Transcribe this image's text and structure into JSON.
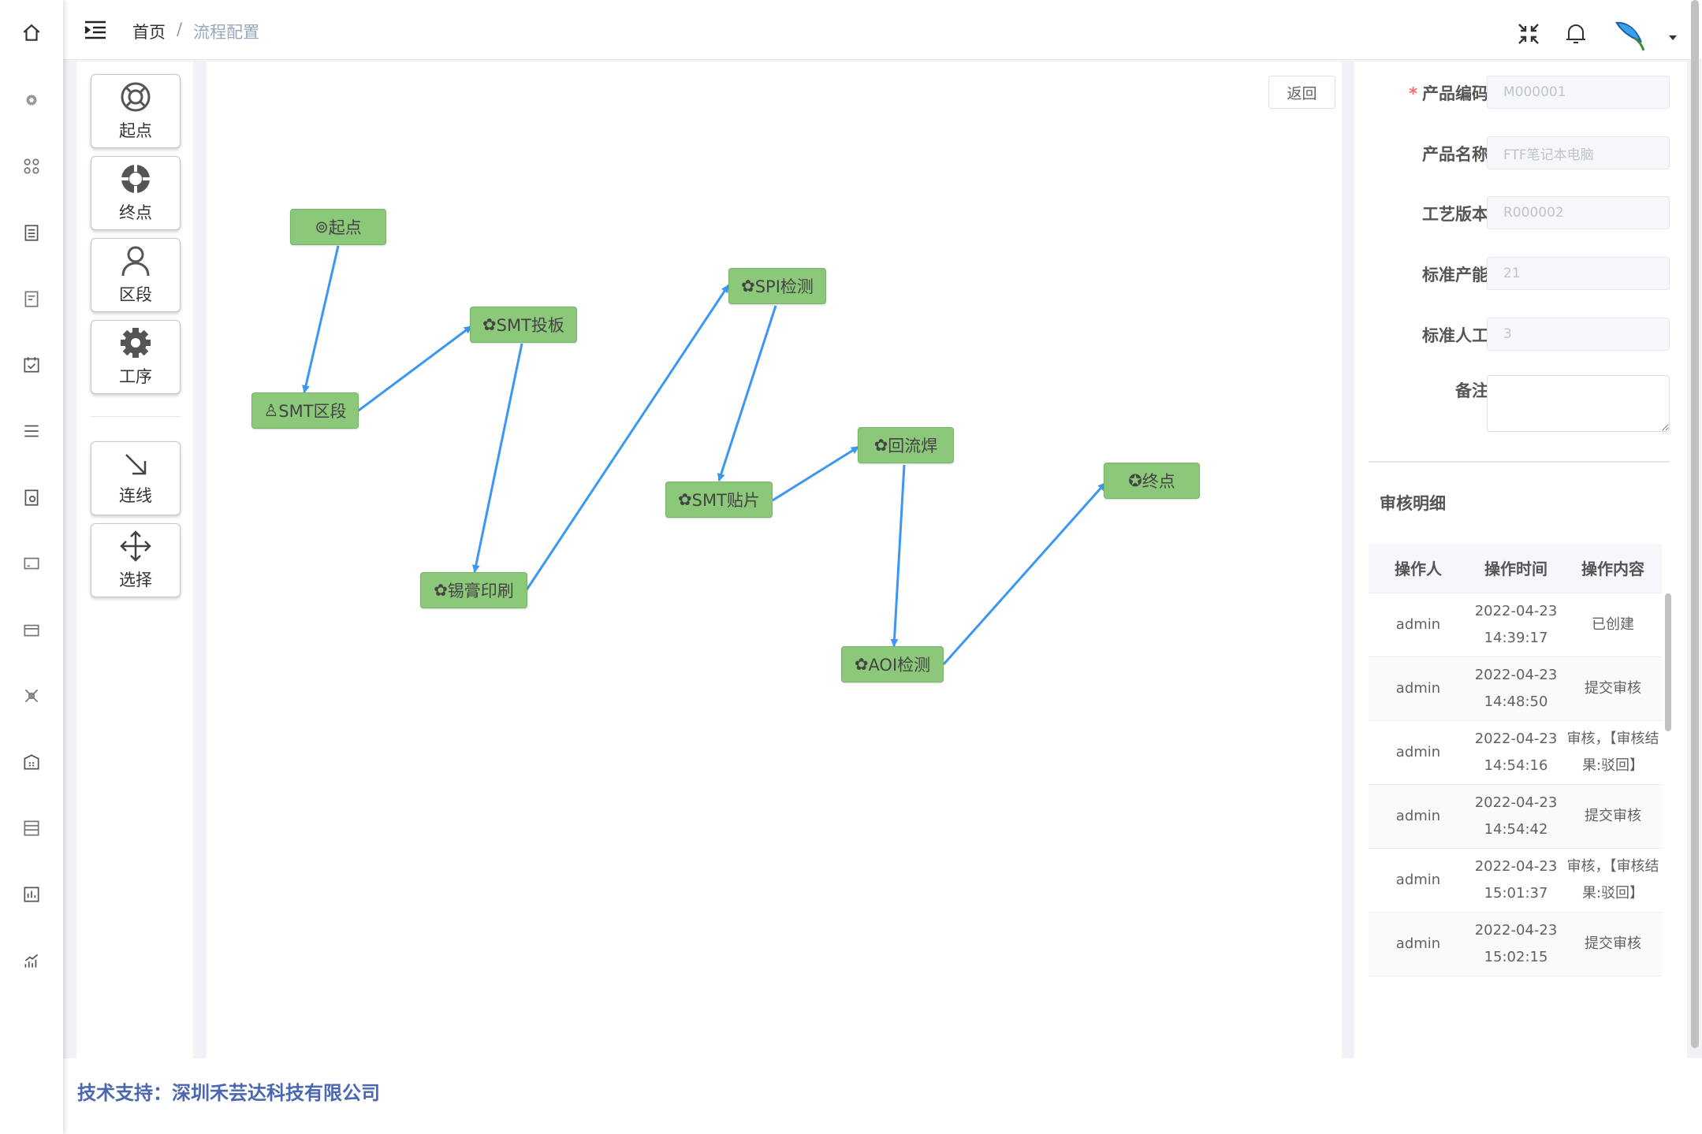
{
  "breadcrumb": {
    "home": "首页",
    "separator": "/",
    "current": "流程配置"
  },
  "topbar": {
    "icons": [
      "collapse-fullscreen-icon",
      "bell-icon",
      "user-avatar"
    ],
    "dropdown": "caret-down-icon"
  },
  "rail": {
    "icons": [
      "home-icon",
      "gear-icon",
      "apps-icon",
      "clipboard-icon",
      "report-icon",
      "calendar-check-icon",
      "list-icon",
      "settings-doc-icon",
      "image-icon",
      "package-icon",
      "tools-icon",
      "building-icon",
      "table-icon",
      "bar-chart-icon",
      "trend-chart-icon"
    ]
  },
  "tools": {
    "start": "起点",
    "end": "终点",
    "section": "区段",
    "process": "工序",
    "connect": "连线",
    "select": "选择"
  },
  "canvas": {
    "back_label": "返回",
    "nodes": {
      "start": "起点",
      "smt_section": "SMT区段",
      "smt_load": "SMT投板",
      "solder_print": "锡膏印刷",
      "spi": "SPI检测",
      "smt_mount": "SMT贴片",
      "reflow": "回流焊",
      "aoi": "AOI检测",
      "end": "终点"
    },
    "colors": {
      "node_fill": "#8cc87a",
      "edge": "#3b97f3"
    }
  },
  "form": {
    "product_code": {
      "label": "产品编码",
      "value": "M000001",
      "required_mark": "*"
    },
    "product_name": {
      "label": "产品名称",
      "value": "FTF笔记本电脑"
    },
    "process_version": {
      "label": "工艺版本",
      "value": "R000002"
    },
    "standard_capacity": {
      "label": "标准产能",
      "value": "21"
    },
    "standard_labor": {
      "label": "标准人工",
      "value": "3"
    },
    "remark": {
      "label": "备注",
      "value": ""
    }
  },
  "audit": {
    "title": "审核明细",
    "columns": [
      "操作人",
      "操作时间",
      "操作内容"
    ],
    "rows": [
      {
        "operator": "admin",
        "date": "2022-04-23",
        "time": "14:39:17",
        "content": "已创建"
      },
      {
        "operator": "admin",
        "date": "2022-04-23",
        "time": "14:48:50",
        "content": "提交审核"
      },
      {
        "operator": "admin",
        "date": "2022-04-23",
        "time": "14:54:16",
        "content": "审核，【审核结果:驳回】"
      },
      {
        "operator": "admin",
        "date": "2022-04-23",
        "time": "14:54:42",
        "content": "提交审核"
      },
      {
        "operator": "admin",
        "date": "2022-04-23",
        "time": "15:01:37",
        "content": "审核，【审核结果:驳回】"
      },
      {
        "operator": "admin",
        "date": "2022-04-23",
        "time": "15:02:15",
        "content": "提交审核"
      }
    ]
  },
  "footer": {
    "text": "技术支持：深圳禾芸达科技有限公司"
  }
}
